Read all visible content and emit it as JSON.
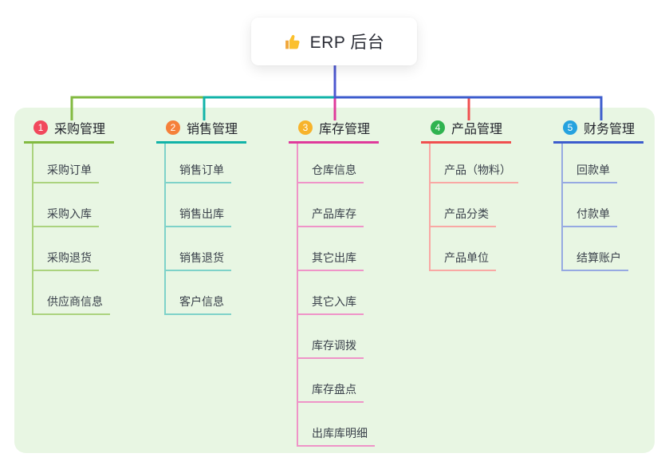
{
  "root": {
    "label": "ERP 后台",
    "icon": "thumbs-up"
  },
  "branches": [
    {
      "badge": "1",
      "title": "采购管理",
      "children": [
        "采购订单",
        "采购入库",
        "采购退货",
        "供应商信息"
      ],
      "colors": {
        "line": "#82ba41",
        "light": "#abd37e",
        "badge": "#f1485c"
      }
    },
    {
      "badge": "2",
      "title": "销售管理",
      "children": [
        "销售订单",
        "销售出库",
        "销售退货",
        "客户信息"
      ],
      "colors": {
        "line": "#11b3a8",
        "light": "#7ed2c9",
        "badge": "#f5803a"
      }
    },
    {
      "badge": "3",
      "title": "库存管理",
      "children": [
        "仓库信息",
        "产品库存",
        "其它出库",
        "其它入库",
        "库存调拨",
        "库存盘点",
        "出库库明细"
      ],
      "colors": {
        "line": "#df3a9b",
        "light": "#ef94c8",
        "badge": "#f7b32b"
      }
    },
    {
      "badge": "4",
      "title": "产品管理",
      "children": [
        "产品（物料）",
        "产品分类",
        "产品单位"
      ],
      "colors": {
        "line": "#f04f4f",
        "light": "#f9a8a4",
        "badge": "#2fb350"
      }
    },
    {
      "badge": "5",
      "title": "财务管理",
      "children": [
        "回款单",
        "付款单",
        "结算账户"
      ],
      "colors": {
        "line": "#3c5ccd",
        "light": "#96a9e2",
        "badge": "#25a2df"
      }
    }
  ],
  "colors": {
    "root_stub": "#4d58d0",
    "panel_bg": "#e8f6e3",
    "card_bg": "#ffffff",
    "thumb_yellow": "#fbc02d",
    "thumb_sleeve": "#f0a63a"
  }
}
